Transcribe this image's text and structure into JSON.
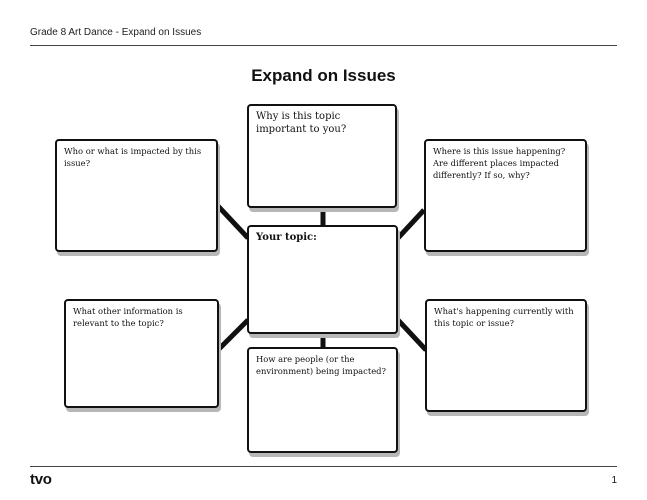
{
  "header": {
    "course_title": "Grade 8 Art Dance - Expand on Issues"
  },
  "main": {
    "title": "Expand on Issues",
    "center_prompt": "Your topic:",
    "prompts": {
      "top": "Why is this topic important to you?",
      "top_left": "Who or what is impacted by this issue?",
      "top_right": "Where is this issue happening? Are different places impacted differently? If so, why?",
      "bottom_left": "What other information is relevant to the topic?",
      "bottom": "How are people (or the environment) being impacted?",
      "bottom_right": "What's happening currently with this topic or issue?"
    }
  },
  "footer": {
    "logo": "tvo",
    "page_number": "1"
  }
}
